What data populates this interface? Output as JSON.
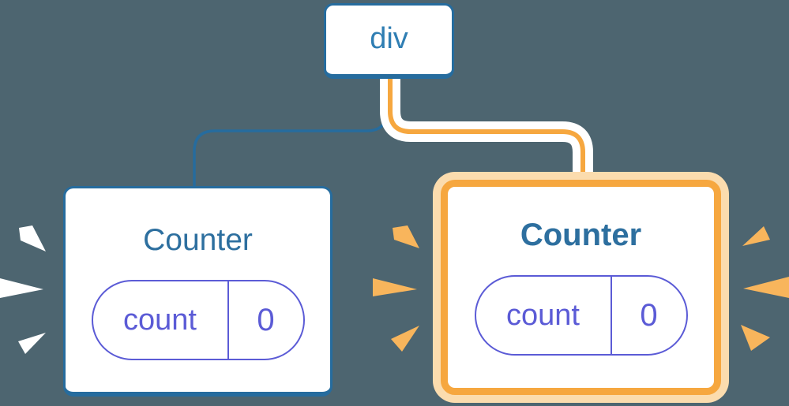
{
  "diagram": {
    "description": "React component tree: div root with two Counter children, right Counter highlighted as re-rendered",
    "root": {
      "label": "div"
    },
    "left_counter": {
      "title": "Counter",
      "state": {
        "key": "count",
        "value": "0"
      },
      "highlighted": false
    },
    "right_counter": {
      "title": "Counter",
      "state": {
        "key": "count",
        "value": "0"
      },
      "highlighted": true
    }
  },
  "colors": {
    "background": "#4d6570",
    "blue-border": "#266c9e",
    "blue-text": "#2f7eb3",
    "heading-blue": "#2d6f9f",
    "purple": "#5b5bd6",
    "orange": "#f6a73f",
    "orange-pale": "#fbdcae",
    "burst-orange": "#f8b55c",
    "burst-white": "#ffffff",
    "card-bg": "#ffffff"
  },
  "icons": {
    "bursts_left_counter": "white-spark-wedges",
    "bursts_right_counter": "orange-spark-wedges"
  }
}
